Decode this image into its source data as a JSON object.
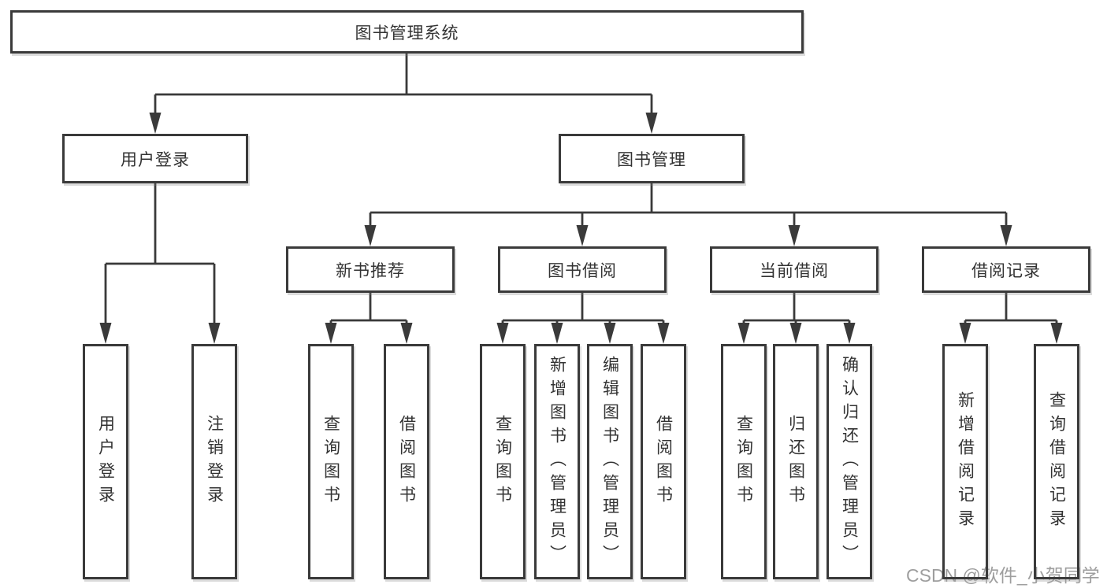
{
  "diagram": {
    "root": "图书管理系统",
    "level2": {
      "user_login": "用户登录",
      "book_mgmt": "图书管理"
    },
    "level3": {
      "new_books": "新书推荐",
      "borrowing": "图书借阅",
      "current": "当前借阅",
      "records": "借阅记录"
    },
    "leaves": {
      "user_login": [
        "用户登录",
        "注销登录"
      ],
      "new_books": [
        "查询图书",
        "借阅图书"
      ],
      "borrowing": [
        "查询图书",
        "新增图书（管理员）",
        "编辑图书（管理员）",
        "借阅图书"
      ],
      "current": [
        "查询图书",
        "归还图书",
        "确认归还（管理员）"
      ],
      "records": [
        "新增借阅记录",
        "查询借阅记录"
      ]
    }
  },
  "watermark": "CSDN @软件_小贺同学",
  "colors": {
    "line": "#3a3a3a",
    "box_border": "#3a3a3a",
    "box_fill": "#ffffff",
    "text": "#333333",
    "watermark_gray": "#9e9e9e",
    "background": "#ffffff"
  }
}
